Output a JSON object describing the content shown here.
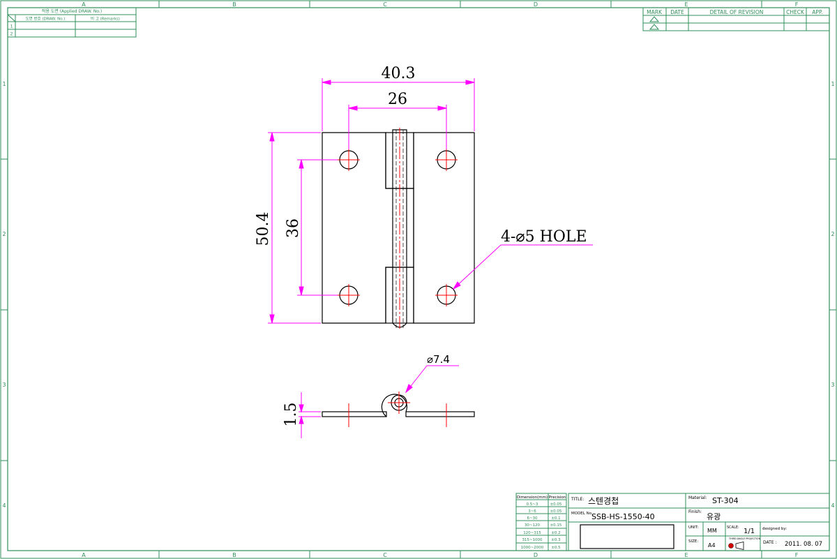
{
  "zones": {
    "columns": [
      "A",
      "B",
      "C",
      "D",
      "E",
      "F"
    ],
    "rows": [
      "1",
      "2",
      "3",
      "4"
    ]
  },
  "applied_table": {
    "header": "적용 도면 (Applied DRAW. No.)",
    "col_draw": "도면 번호 (DRAW. No.)",
    "col_remarks": "비 고 (Remarks)",
    "rows": [
      "1",
      "2"
    ]
  },
  "revision_table": {
    "headers": [
      "MARK",
      "DATE",
      "DETAIL OF REVISION",
      "CHECK",
      "APP."
    ]
  },
  "dimensions": {
    "width_overall": "40.3",
    "hole_spacing_x": "26",
    "height_overall": "50.4",
    "hole_spacing_y": "36",
    "hole_note": "4-⌀5 HOLE",
    "pin_diameter": "⌀7.4",
    "thickness": "1.5"
  },
  "tolerance_table": {
    "header_dim": "Dimension(mm)",
    "header_prec": "Precision",
    "rows": [
      [
        "0.5~3",
        "±0.05"
      ],
      [
        "3~6",
        "±0.05"
      ],
      [
        "6~30",
        "±0.1"
      ],
      [
        "30~120",
        "±0.15"
      ],
      [
        "120~315",
        "±0.2"
      ],
      [
        "315~1000",
        "±0.3"
      ],
      [
        "1000~2000",
        "±0.5"
      ]
    ]
  },
  "title_block": {
    "title_label": "TITLE:",
    "title": "스텐경첩",
    "model_label": "MODEL No.",
    "model": "SSB-HS-1550-40",
    "material_label": "Material:",
    "material": "ST-304",
    "finish_label": "Finish:",
    "finish": "유광",
    "unit_label": "UNIT:",
    "unit": "MM",
    "scale_label": "SCALE:",
    "scale": "1/1",
    "designed_label": "designed by:",
    "size_label": "SIZE:",
    "size": "A4",
    "projection_label": "THIRD ANGLE PROJECTION",
    "date_label": "DATE :",
    "date": "2011. 08. 07"
  }
}
